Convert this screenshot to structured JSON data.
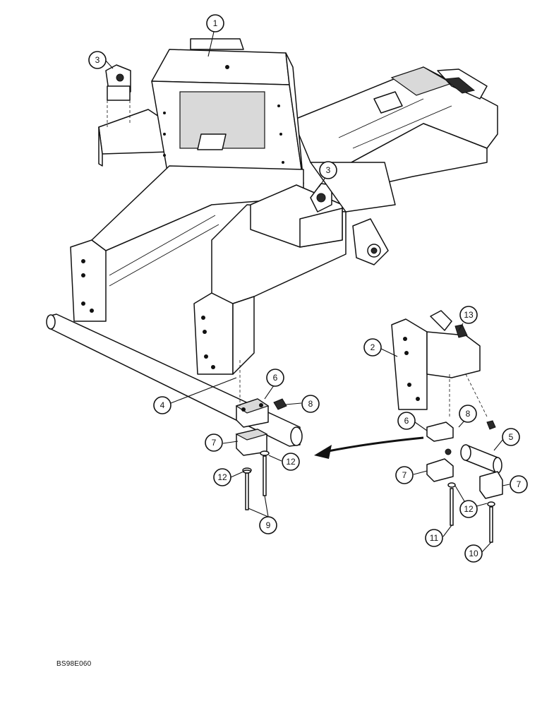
{
  "drawing_code": "BS98E060",
  "callouts": [
    {
      "id": "c1",
      "label": "1"
    },
    {
      "id": "c3a",
      "label": "3"
    },
    {
      "id": "c3b",
      "label": "3"
    },
    {
      "id": "c2",
      "label": "2"
    },
    {
      "id": "c13",
      "label": "13"
    },
    {
      "id": "c4",
      "label": "4"
    },
    {
      "id": "c6a",
      "label": "6"
    },
    {
      "id": "c8a",
      "label": "8"
    },
    {
      "id": "c7a",
      "label": "7"
    },
    {
      "id": "c12a",
      "label": "12"
    },
    {
      "id": "c12b",
      "label": "12"
    },
    {
      "id": "c9",
      "label": "9"
    },
    {
      "id": "c6b",
      "label": "6"
    },
    {
      "id": "c8b",
      "label": "8"
    },
    {
      "id": "c5",
      "label": "5"
    },
    {
      "id": "c7b",
      "label": "7"
    },
    {
      "id": "c7c",
      "label": "7"
    },
    {
      "id": "c12c",
      "label": "12"
    },
    {
      "id": "c11",
      "label": "11"
    },
    {
      "id": "c10",
      "label": "10"
    }
  ]
}
